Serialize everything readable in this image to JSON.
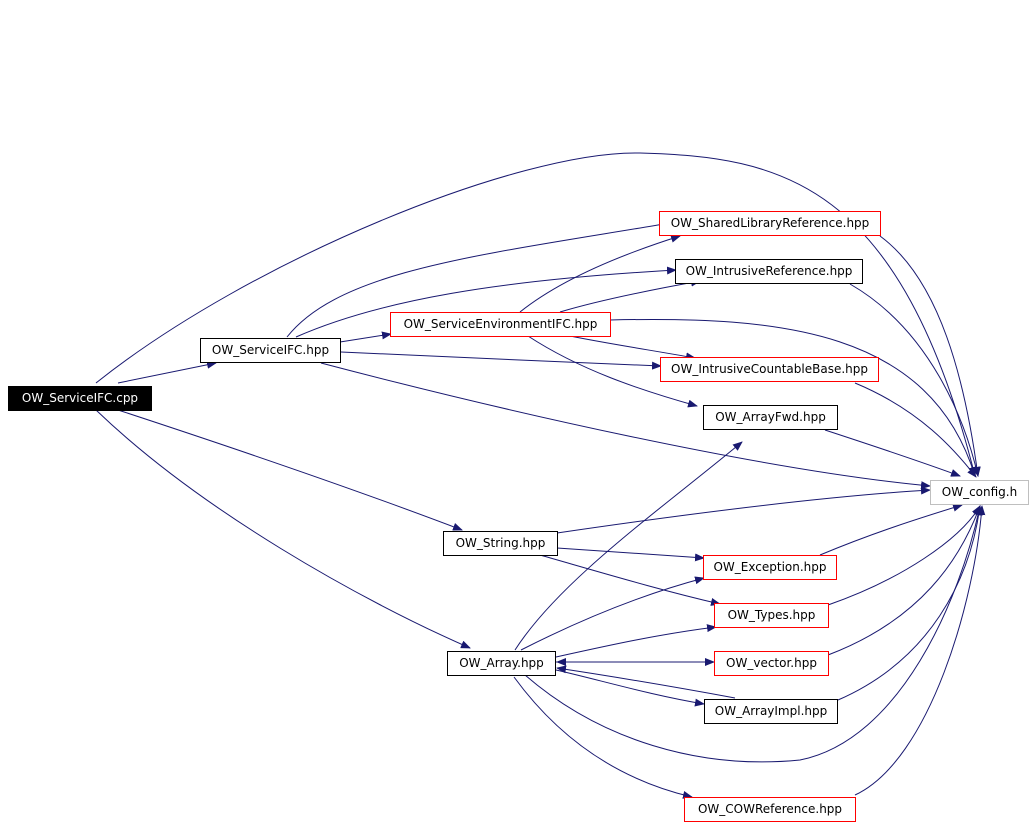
{
  "colors": {
    "edge": "#191970",
    "node_border": "#000000",
    "partial_border": "#ff0000",
    "root_fill": "#000000",
    "root_text": "#ffffff"
  },
  "nodes": {
    "root": "OW_ServiceIFC.cpp",
    "service_ifc_hpp": "OW_ServiceIFC.hpp",
    "service_env_ifc": "OW_ServiceEnvironmentIFC.hpp",
    "shared_lib_ref": "OW_SharedLibraryReference.hpp",
    "intrusive_ref": "OW_IntrusiveReference.hpp",
    "intrusive_countable": "OW_IntrusiveCountableBase.hpp",
    "array_fwd": "OW_ArrayFwd.hpp",
    "config_h": "OW_config.h",
    "string_hpp": "OW_String.hpp",
    "exception_hpp": "OW_Exception.hpp",
    "types_hpp": "OW_Types.hpp",
    "array_hpp": "OW_Array.hpp",
    "vector_hpp": "OW_vector.hpp",
    "array_impl": "OW_ArrayImpl.hpp",
    "cow_reference": "OW_COWReference.hpp"
  }
}
